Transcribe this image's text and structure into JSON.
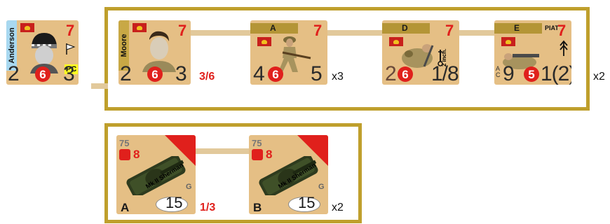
{
  "leader": {
    "name": "Anderson",
    "morale": "7",
    "left_value": "2",
    "center_value": "6",
    "right_value": "3",
    "pc_label": "PC",
    "accent_color": "#a8d8f0"
  },
  "platoon": {
    "multiplier": "x2",
    "frame_color": "#bf9f2c",
    "hq": {
      "name": "Moore",
      "morale": "7",
      "left_value": "2",
      "center_value": "6",
      "right_value": "3",
      "steps": "3/6"
    },
    "section_a": {
      "id": "A",
      "morale": "7",
      "left_value": "4",
      "center_value": "6",
      "right_value": "5",
      "multiplier": "x3"
    },
    "section_d": {
      "id": "D",
      "morale": "7",
      "left_value": "2",
      "center_value": "6",
      "right_value": "1/8",
      "weapon_label": "2 inch."
    },
    "section_e": {
      "id": "E",
      "weapon": "PIAT",
      "morale": "7",
      "left_value": "9",
      "center_value": "5",
      "right_value": "1(2)"
    }
  },
  "armor": {
    "multiplier": "x2",
    "tank_a": {
      "id": "A",
      "gun": "75",
      "morale": "8",
      "model": "Mk II Sherman",
      "armor_value": "15",
      "gun_type": "G",
      "steps": "1/3"
    },
    "tank_b": {
      "id": "B",
      "gun": "75",
      "morale": "8",
      "model": "Mk II Sherman",
      "armor_value": "15",
      "gun_type": "G"
    }
  }
}
